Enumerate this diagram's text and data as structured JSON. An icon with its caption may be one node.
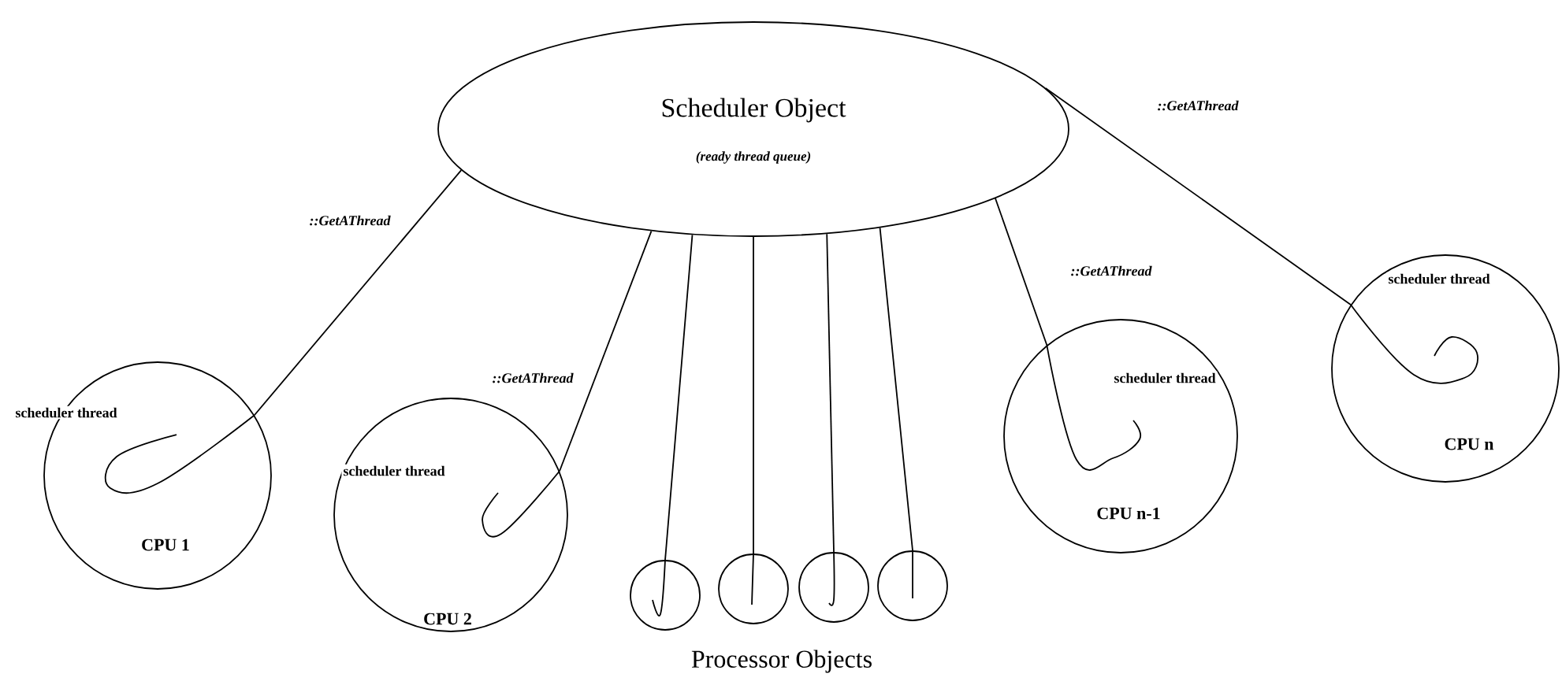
{
  "diagram": {
    "nodes": [
      {
        "text": [
          "Scheduler Object",
          "(ready thread queue)"
        ]
      },
      {
        "text": [
          "scheduler thread",
          "CPU 1"
        ]
      },
      {
        "text": [
          "scheduler thread",
          "CPU 2"
        ]
      },
      {
        "text": [],
        "shape": "circle"
      },
      {
        "text": [],
        "shape": "circle"
      },
      {
        "text": [],
        "shape": "circle"
      },
      {
        "text": [],
        "shape": "circle"
      },
      {
        "text": [
          "scheduler thread",
          "CPU n-1"
        ]
      },
      {
        "text": [
          "scheduler thread",
          "CPU n"
        ]
      }
    ],
    "edges": [
      {
        "from": 0,
        "to": 1,
        "arrow": "none",
        "label": "::GetAThread"
      },
      {
        "from": 0,
        "to": 2,
        "arrow": "none",
        "label": "::GetAThread"
      },
      {
        "from": 0,
        "to": 3,
        "arrow": "none"
      },
      {
        "from": 0,
        "to": 4,
        "arrow": "none"
      },
      {
        "from": 0,
        "to": 5,
        "arrow": "none"
      },
      {
        "from": 0,
        "to": 6,
        "arrow": "none"
      },
      {
        "from": 0,
        "to": 7,
        "arrow": "none",
        "label": "::GetAThread"
      },
      {
        "from": 0,
        "to": 8,
        "arrow": "none",
        "label": "::GetAThread"
      }
    ],
    "labels": [
      "Processor Objects"
    ]
  }
}
